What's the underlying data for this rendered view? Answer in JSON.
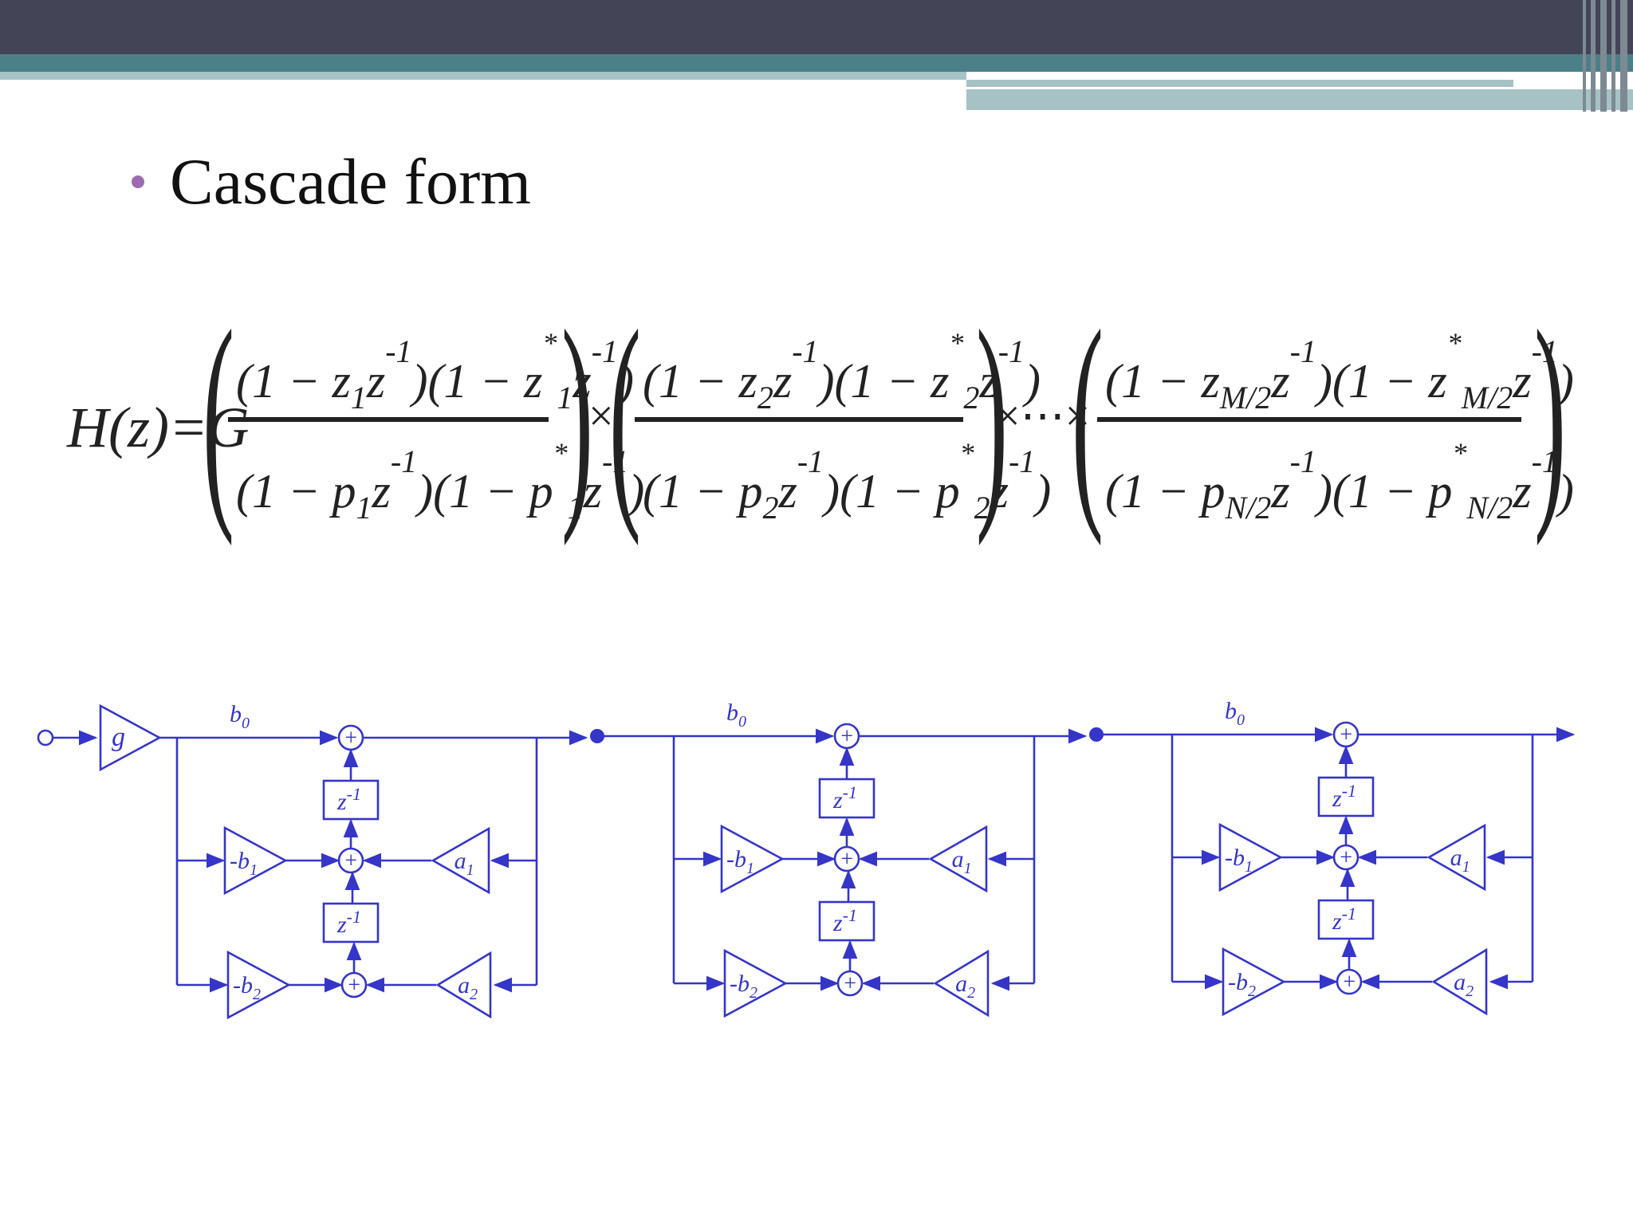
{
  "slide": {
    "title": "Cascade form"
  },
  "equation": {
    "lhs": "H(z)=G",
    "sections": [
      {
        "num_a": "(1 − z",
        "num_a_sub": "1",
        "num_b": ")(1 − z",
        "num_b_sub": "1",
        "den_a": "(1 − p",
        "den_a_sub": "1",
        "den_b": ")(1 − p",
        "den_b_sub": "1"
      },
      {
        "num_a": "(1 − z",
        "num_a_sub": "2",
        "num_b": ")(1 − z",
        "num_b_sub": "2",
        "den_a": "(1 − p",
        "den_a_sub": "2",
        "den_b": ")(1 − p",
        "den_b_sub": "2"
      },
      {
        "num_a": "(1 − z",
        "num_a_sub": "M/2",
        "num_b": ")(1 − z",
        "num_b_sub": "M/2",
        "den_a": "(1 − p",
        "den_a_sub": "N/2",
        "den_b": ")(1 − p",
        "den_b_sub": "N/2"
      }
    ],
    "zvar": "z",
    "exp": "-1",
    "conj": "*",
    "close": ")",
    "times": "×",
    "ellipsis": "×⋯×"
  },
  "diagram": {
    "gain": "g",
    "stage_labels": {
      "b0": "b",
      "b0_sub": "0",
      "delay": "z",
      "delay_exp": "-1",
      "sum": "+",
      "neg_b": "-b",
      "a": "a",
      "sub1": "1",
      "sub2": "2"
    }
  },
  "colors": {
    "header_dark": "#444457",
    "header_teal": "#4b8088",
    "header_light": "#a6c2c5",
    "bullet": "#9c6bb0",
    "diagram": "#3535c8"
  }
}
